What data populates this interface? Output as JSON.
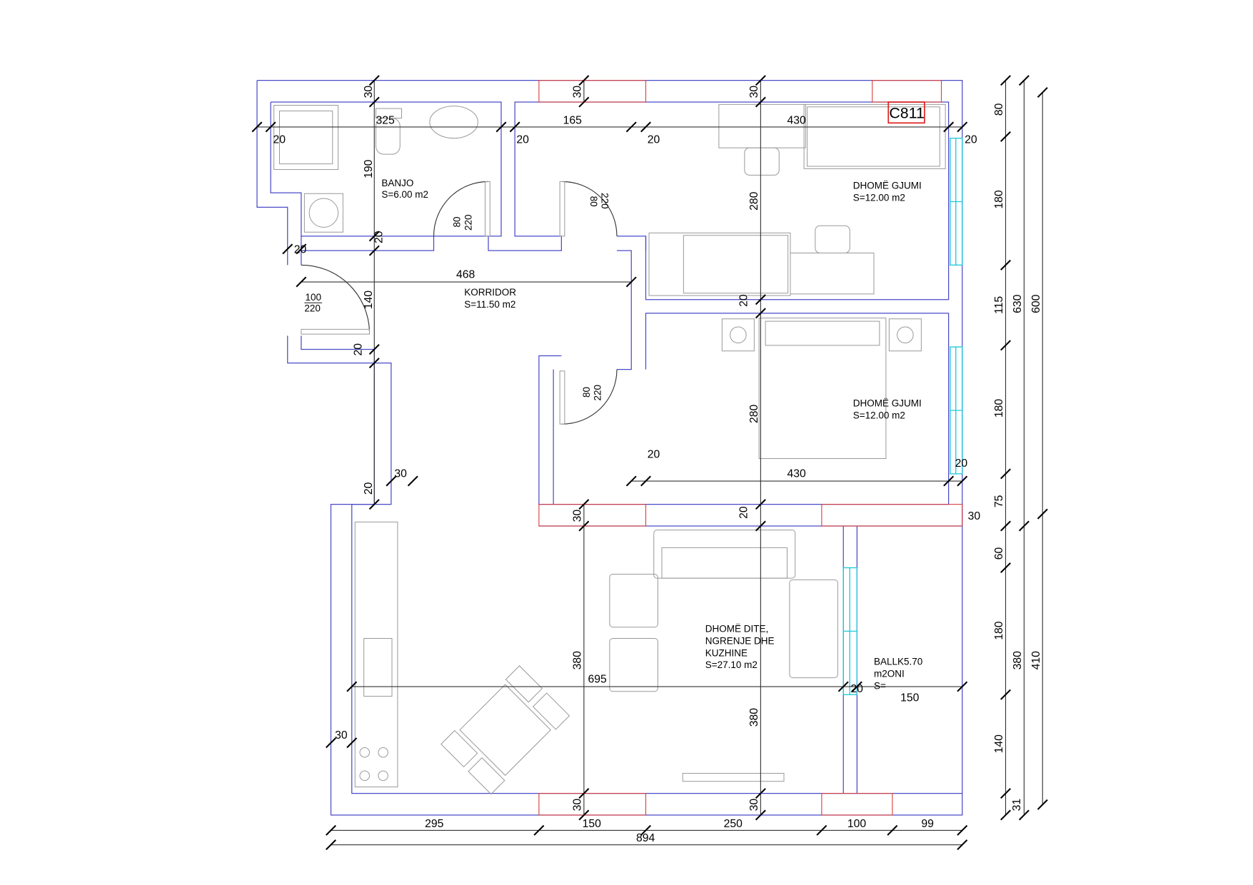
{
  "drawing_tag": "C811",
  "colors": {
    "wall": "#4a4ac8",
    "window_wall": "#d84040",
    "window": "#22c8dc",
    "furniture": "#9a9a9a"
  },
  "rooms": [
    {
      "name": "BANJO",
      "area": "S=6.00 m2"
    },
    {
      "name": "KORRIDOR",
      "area": "S=11.50 m2"
    },
    {
      "name": "DHOMË GJUMI",
      "area": "S=12.00 m2"
    },
    {
      "name": "DHOMË GJUMI",
      "area": "S=12.00 m2"
    },
    {
      "name_lines": [
        "DHOMË DITE,",
        "NGRENJE DHE",
        "KUZHINE"
      ],
      "area": "S=27.10 m2"
    },
    {
      "name_lines": [
        "BALLK5.70",
        "m2ONI",
        "S="
      ]
    }
  ],
  "doors": [
    {
      "width": "80",
      "height": "220"
    },
    {
      "width": "80",
      "height": "220"
    },
    {
      "width": "80",
      "height": "220"
    },
    {
      "width": "100",
      "height": "220"
    }
  ],
  "dims": {
    "top_row": [
      "325",
      "165",
      "430"
    ],
    "wall_20": [
      "20",
      "20",
      "20",
      "20",
      "20",
      "20",
      "20",
      "20",
      "20",
      "20",
      "20",
      "20",
      "20"
    ],
    "wall_30": [
      "30",
      "30",
      "30",
      "30",
      "30",
      "30",
      "30",
      "30",
      "30"
    ],
    "interior": {
      "bath_height": "190",
      "corr_height": "140",
      "corr_width": "468",
      "bed1_height": "280",
      "bed2_height": "280",
      "bed2_width": "430",
      "living_height": "380",
      "living_height_2": "380",
      "living_width": "695",
      "balcony_width": "150"
    },
    "bottom_row": [
      "295",
      "150",
      "250",
      "100",
      "99"
    ],
    "bottom_total": "894",
    "right_row": [
      "80",
      "180",
      "115",
      "180",
      "75",
      "60",
      "180",
      "140",
      "31"
    ],
    "right_totals_1": [
      "630",
      "380"
    ],
    "right_totals_2": [
      "600",
      "410"
    ]
  }
}
